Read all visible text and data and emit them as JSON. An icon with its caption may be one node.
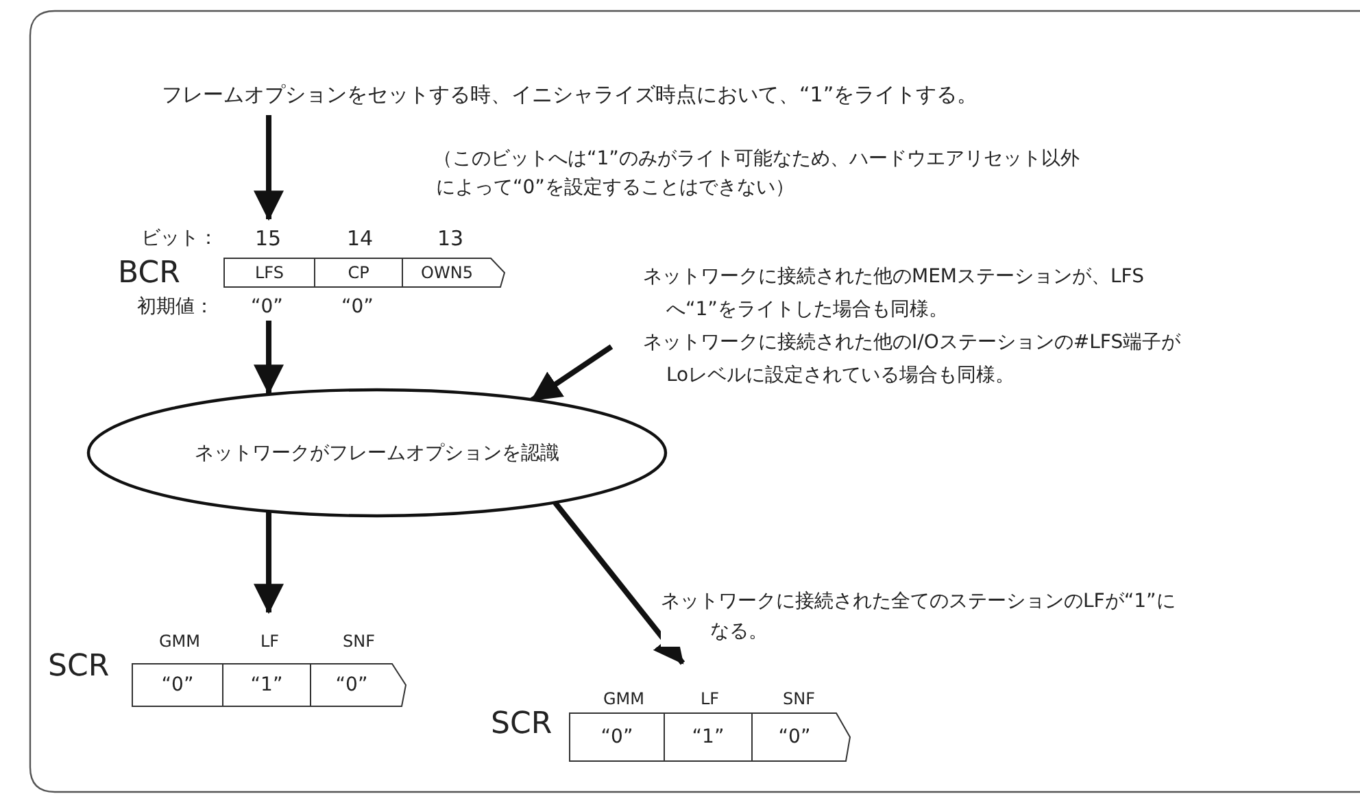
{
  "diagram": {
    "nodes": [
      {
        "text": [
          "フレームオプションをセットする時、イニシャライズ時点において、“1”をライトする。"
        ]
      },
      {
        "text": [
          "BCR"
        ]
      },
      {
        "text": [
          "LFS"
        ],
        "in": 1
      },
      {
        "text": [
          "CP"
        ],
        "in": 1
      },
      {
        "text": [
          "OWN5"
        ],
        "in": 1
      },
      {
        "text": [
          "ネットワークに接続された他のMEMステーションが、LFSへ“1”をライトした場合も同様。",
          "ネットワークに接続された他のI/Oステーションの#LFS端子がLoレベルに設定されている場合も同様。"
        ]
      },
      {
        "text": [
          "ネットワークがフレームオプションを認識"
        ]
      },
      {
        "text": [
          "SCR"
        ]
      },
      {
        "text": [
          "“0”"
        ],
        "in": 7
      },
      {
        "text": [
          "“1”"
        ],
        "in": 7
      },
      {
        "text": [
          "“0”"
        ],
        "in": 7
      },
      {
        "text": [
          "SCR"
        ]
      },
      {
        "text": [
          "“0”"
        ],
        "in": 11
      },
      {
        "text": [
          "“1”"
        ],
        "in": 11
      },
      {
        "text": [
          "“0”"
        ],
        "in": 11
      }
    ],
    "edges": [
      {
        "from": 0,
        "to": 1,
        "arrow": "to"
      },
      {
        "from": 1,
        "to": 6,
        "arrow": "to"
      },
      {
        "from": 5,
        "to": 6,
        "arrow": "to"
      },
      {
        "from": 6,
        "to": 7,
        "arrow": "to"
      },
      {
        "from": 6,
        "to": 11,
        "arrow": "to",
        "label": "ネットワークに接続された全てのステーションのLFが“1”になる。"
      }
    ],
    "labels": [
      "（このビットへは“1”のみがライト可能なため、ハードウエアリセット以外によって“0”を設定することはできない）",
      "ビット：",
      "15",
      "14",
      "13",
      "初期値：",
      "“0”",
      "“0”",
      "GMM",
      "LF",
      "SNF",
      "GMM",
      "LF",
      "SNF"
    ]
  }
}
